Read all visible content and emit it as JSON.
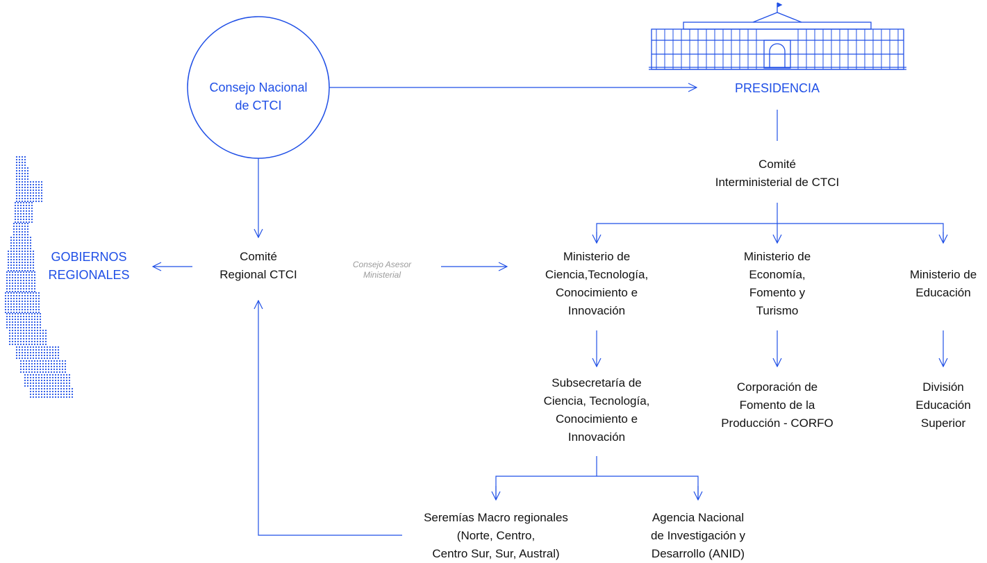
{
  "colors": {
    "accent": "#1f4fe6",
    "text": "#111111",
    "muted": "#9a9a9a"
  },
  "nodes": {
    "consejo_nacional": [
      "Consejo Nacional",
      "de CTCI"
    ],
    "presidencia": "PRESIDENCIA",
    "comite_interministerial": [
      "Comité",
      "Interministerial de CTCI"
    ],
    "comite_regional": [
      "Comité",
      "Regional CTCI"
    ],
    "gobiernos_regionales": [
      "GOBIERNOS",
      "REGIONALES"
    ],
    "consejo_asesor": [
      "Consejo Asesor",
      "Ministerial"
    ],
    "min_ciencia": [
      "Ministerio de",
      "Ciencia,Tecnología,",
      "Conocimiento e",
      "Innovación"
    ],
    "min_economia": [
      "Ministerio de",
      "Economía,",
      "Fomento y",
      "Turismo"
    ],
    "min_educacion": [
      "Ministerio de",
      "Educación"
    ],
    "subsecretaria": [
      "Subsecretaría de",
      "Ciencia, Tecnología,",
      "Conocimiento e",
      "Innovación"
    ],
    "corfo": [
      "Corporación de",
      "Fomento de la",
      "Producción - CORFO"
    ],
    "div_educacion": [
      "División",
      "Educación",
      "Superior"
    ],
    "seremias": [
      "Seremías Macro regionales",
      "(Norte, Centro,",
      "Centro Sur, Sur, Austral)"
    ],
    "anid": [
      "Agencia Nacional",
      "de Investigación y",
      "Desarrollo (ANID)"
    ]
  },
  "icons": {
    "building": "palacio-la-moneda-icon",
    "map": "chile-dotted-map-icon"
  }
}
